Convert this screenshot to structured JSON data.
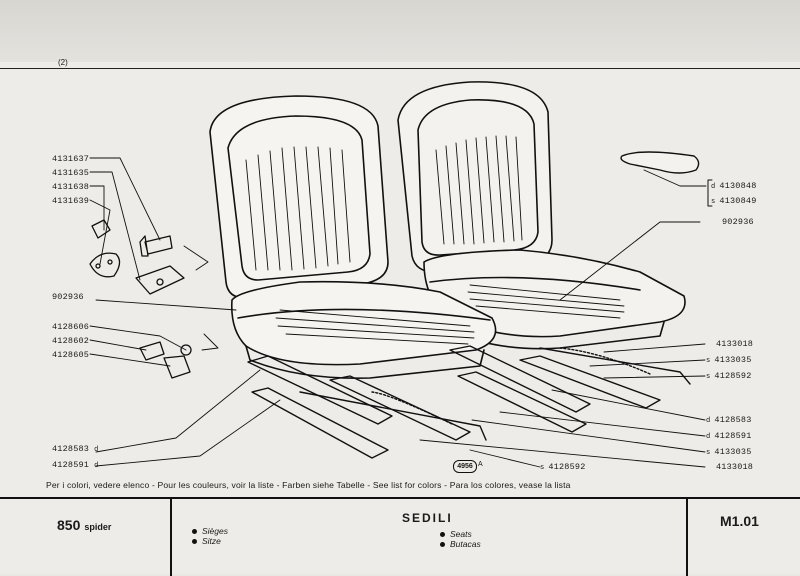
{
  "page_ref": "(2)",
  "parts_left": [
    {
      "number": "4131637",
      "suffix": ""
    },
    {
      "number": "4131635",
      "suffix": ""
    },
    {
      "number": "4131638",
      "suffix": ""
    },
    {
      "number": "4131639",
      "suffix": ""
    },
    {
      "number": "902936",
      "suffix": ""
    },
    {
      "number": "4128606",
      "suffix": ""
    },
    {
      "number": "4128602",
      "suffix": ""
    },
    {
      "number": "4128605",
      "suffix": ""
    },
    {
      "number": "4128583",
      "suffix": "d"
    },
    {
      "number": "4128591",
      "suffix": "d"
    }
  ],
  "parts_right": [
    {
      "number": "4130848",
      "prefix": "d"
    },
    {
      "number": "4130849",
      "prefix": "s"
    },
    {
      "number": "902936",
      "prefix": ""
    },
    {
      "number": "4133018",
      "prefix": ""
    },
    {
      "number": "4133035",
      "prefix": "s"
    },
    {
      "number": "4128592",
      "prefix": "s"
    },
    {
      "number": "4128583",
      "prefix": "d"
    },
    {
      "number": "4128591",
      "prefix": "d"
    },
    {
      "number": "4133035",
      "prefix": "s"
    },
    {
      "number": "4133018",
      "prefix": ""
    }
  ],
  "part_bottom": {
    "number": "4128592",
    "prefix": "s"
  },
  "stamp": {
    "number": "4956",
    "letter": "A"
  },
  "color_note": "Per i colori, vedere elenco - Pour les couleurs, voir la liste - Farben siehe Tabelle - See list for colors - Para los colores, vease la lista",
  "title_block": {
    "model": "850",
    "model_variant": "spider",
    "group_title": "SEDILI",
    "translations_left": [
      "Sièges",
      "Sitze"
    ],
    "translations_right": [
      "Seats",
      "Butacas"
    ],
    "sheet_code": "M1.01"
  },
  "colors": {
    "ink": "#1a1a1a",
    "paper": "#eeece8"
  }
}
